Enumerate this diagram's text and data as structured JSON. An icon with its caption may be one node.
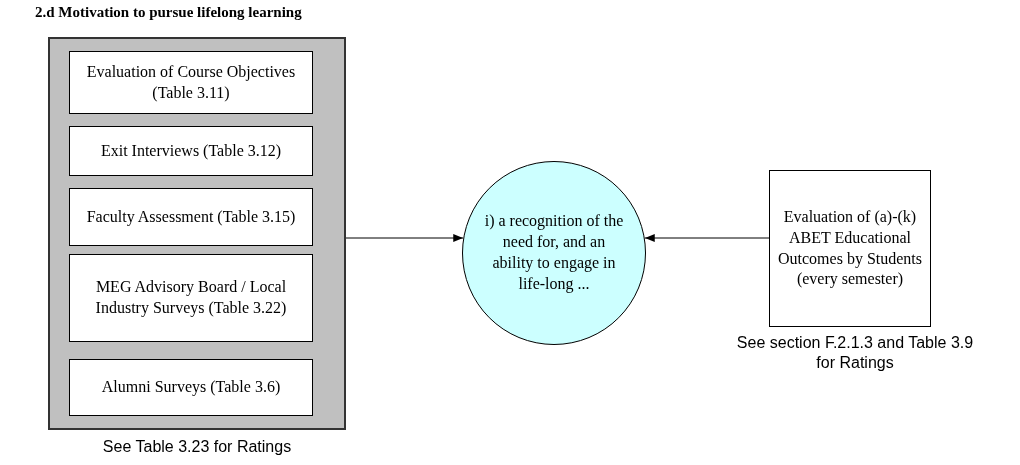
{
  "diagram": {
    "title": "2.d Motivation to pursue lifelong learning",
    "nodes": [
      {
        "text": [],
        "shape": "box",
        "beside": [
          "See Table 3.23 for Ratings"
        ]
      },
      {
        "text": [
          "Evaluation of Course Objectives (Table 3.11)"
        ],
        "in": 0
      },
      {
        "text": [
          "Exit Interviews (Table 3.12)"
        ],
        "in": 0
      },
      {
        "text": [
          "Faculty Assessment (Table 3.15)"
        ],
        "in": 0
      },
      {
        "text": [
          "MEG Advisory Board / Local Industry Surveys (Table 3.22)"
        ],
        "in": 0
      },
      {
        "text": [
          "Alumni Surveys (Table 3.6)"
        ],
        "in": 0
      },
      {
        "text": [
          "i) a recognition of the need for, and an ability to engage in life-long ..."
        ]
      },
      {
        "text": [
          "Evaluation of (a)-(k) ABET Educational Outcomes by Students (every semester)"
        ],
        "beside": [
          "See section F.2.1.3 and Table 3.9 for Ratings"
        ]
      }
    ],
    "edges": [
      {
        "from": 0,
        "to": 6,
        "arrow": "to"
      },
      {
        "from": 7,
        "to": 6,
        "arrow": "to"
      }
    ]
  }
}
